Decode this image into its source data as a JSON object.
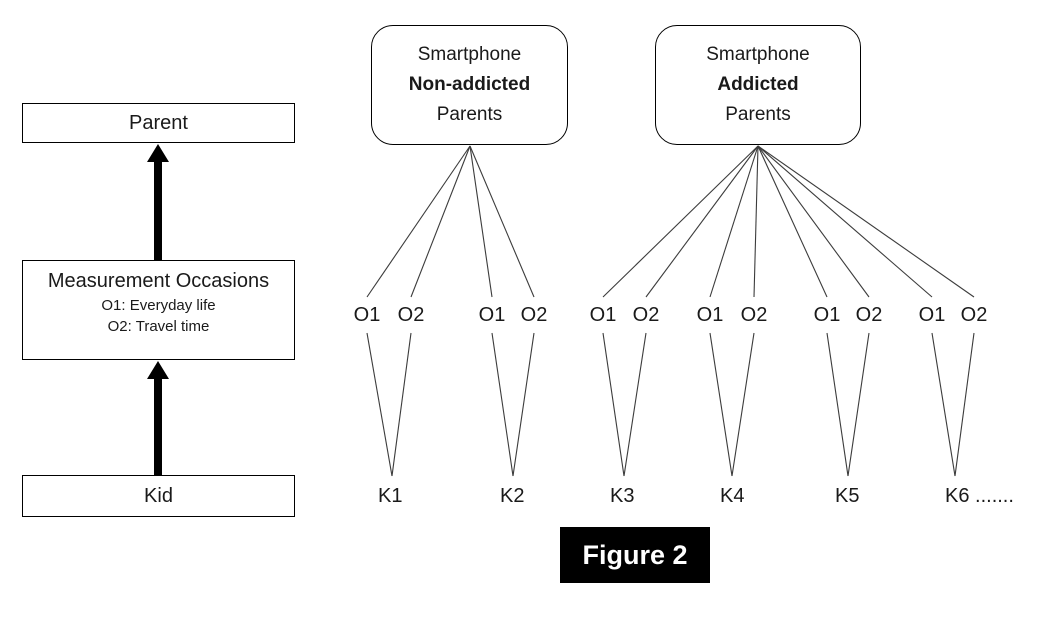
{
  "colors": {
    "background": "#ffffff",
    "box_border": "#000000",
    "connector_line": "#3c3c3c",
    "arrow": "#000000",
    "caption_bg": "#000000",
    "caption_fg": "#ffffff"
  },
  "left_panel": {
    "parent_label": "Parent",
    "measurement_title": "Measurement Occasions",
    "measurement_sub1": "O1: Everyday life",
    "measurement_sub2": "O2: Travel time",
    "kid_label": "Kid"
  },
  "groups": [
    {
      "line1": "Smartphone",
      "line2": "Non-addicted",
      "line3": "Parents"
    },
    {
      "line1": "Smartphone",
      "line2": "Addicted",
      "line3": "Parents"
    }
  ],
  "occasion_labels": [
    "O1",
    "O2",
    "O1",
    "O2",
    "O1",
    "O2",
    "O1",
    "O2",
    "O1",
    "O2",
    "O1",
    "O2"
  ],
  "kid_labels": [
    "K1",
    "K2",
    "K3",
    "K4",
    "K5",
    "K6 ......."
  ],
  "caption": "Figure 2"
}
